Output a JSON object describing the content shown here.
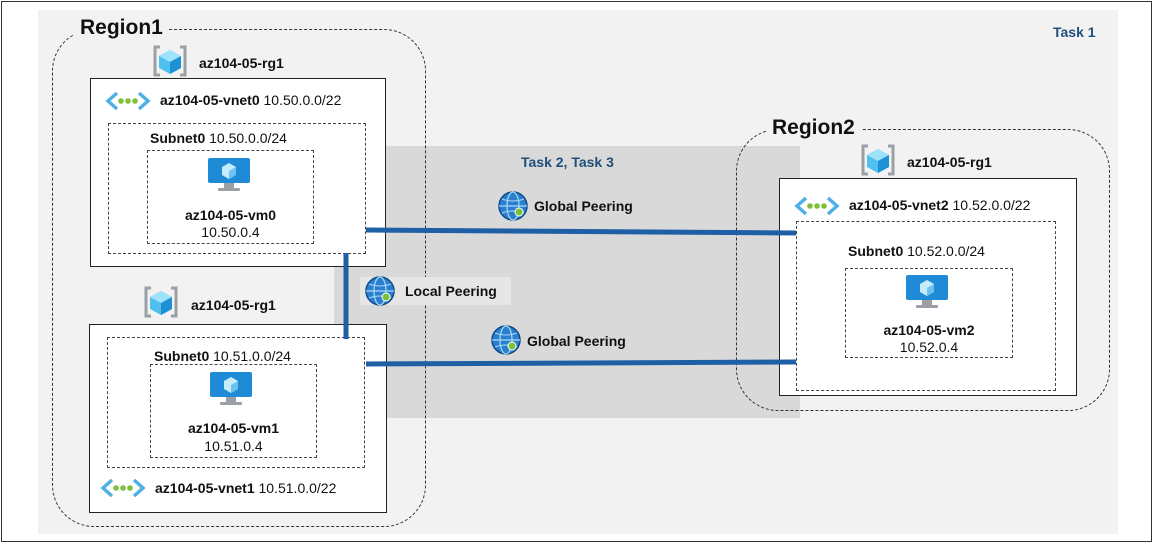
{
  "task1_label": "Task 1",
  "task23_label": "Task 2, Task 3",
  "region1": {
    "label": "Region1",
    "rg_top": "az104-05-rg1",
    "rg_bottom": "az104-05-rg1",
    "vnet0": {
      "name": "az104-05-vnet0",
      "cidr": "10.50.0.0/22",
      "subnet": {
        "name": "Subnet0",
        "cidr": "10.50.0.0/24"
      },
      "vm": {
        "name": "az104-05-vm0",
        "ip": "10.50.0.4"
      }
    },
    "vnet1": {
      "name": "az104-05-vnet1",
      "cidr": "10.51.0.0/22",
      "subnet": {
        "name": "Subnet0",
        "cidr": "10.51.0.0/24"
      },
      "vm": {
        "name": "az104-05-vm1",
        "ip": "10.51.0.4"
      }
    }
  },
  "region2": {
    "label": "Region2",
    "rg": "az104-05-rg1",
    "vnet2": {
      "name": "az104-05-vnet2",
      "cidr": "10.52.0.0/22",
      "subnet": {
        "name": "Subnet0",
        "cidr": "10.52.0.0/24"
      },
      "vm": {
        "name": "az104-05-vm2",
        "ip": "10.52.0.4"
      }
    }
  },
  "peerings": {
    "global_top": "Global Peering",
    "local": "Local Peering",
    "global_bottom": "Global Peering"
  },
  "colors": {
    "link": "#1f5fa6",
    "task_text": "#1f4e79",
    "shade": "#d9d9d9"
  }
}
